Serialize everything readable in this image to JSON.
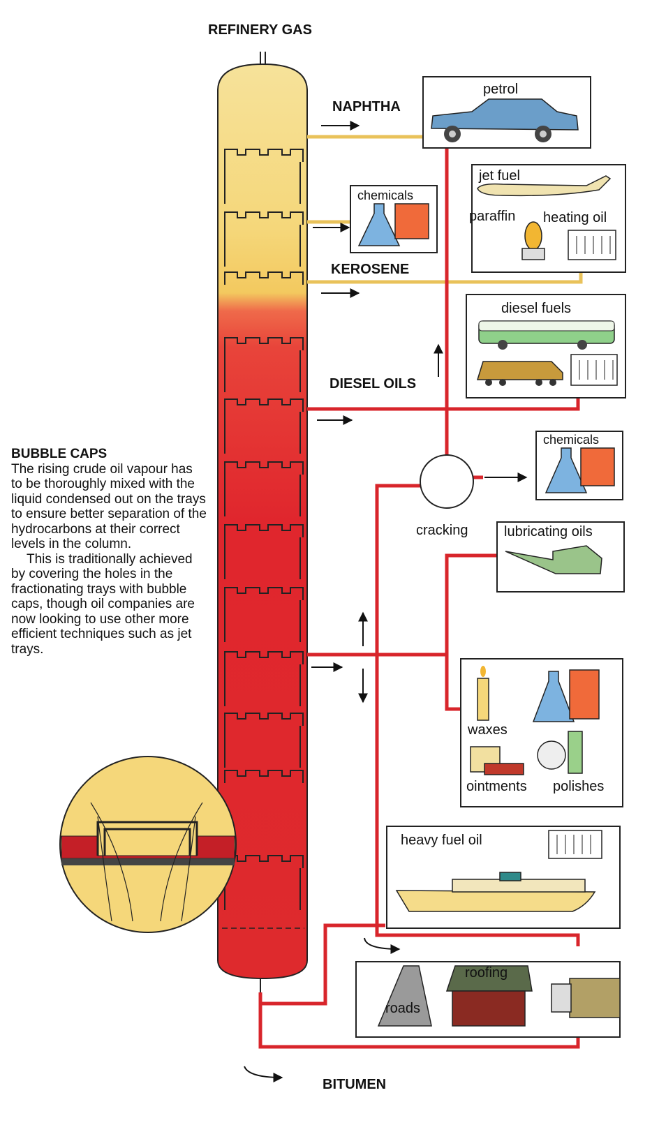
{
  "column_labels": {
    "refinery_gas": "REFINERY GAS",
    "naphtha": "NAPHTHA",
    "kerosene": "KEROSENE",
    "diesel_oils": "DIESEL OILS",
    "bitumen": "BITUMEN"
  },
  "products": {
    "petrol": "petrol",
    "chemicals_top": "chemicals",
    "jet_fuel": "jet fuel",
    "paraffin": "paraffin",
    "heating_oil": "heating oil",
    "diesel_fuels": "diesel fuels",
    "chemicals_mid": "chemicals",
    "cracking": "cracking",
    "lubricating_oils": "lubricating oils",
    "waxes": "waxes",
    "ointments": "ointments",
    "polishes": "polishes",
    "heavy_fuel_oil": "heavy fuel oil",
    "roofing": "roofing",
    "roads": "roads"
  },
  "bubble_caps": {
    "title": "BUBBLE CAPS",
    "paragraph1": "The rising crude oil vapour has to be thoroughly mixed with the liquid condensed out on the trays to ensure better separation of the hydrocarbons at their correct levels in the column.",
    "paragraph2": "This is traditionally achieved by covering the holes in the fractionating trays with bubble caps, though oil companies are now looking to use other more efficient techniques such as jet trays."
  },
  "colors": {
    "column_yellow": "#f5d77a",
    "column_orange": "#f0a23c",
    "column_red": "#e0262d",
    "pipe_red": "#d8252b",
    "pipe_yellow": "#e9c25a"
  },
  "icons": [
    "car-icon",
    "airplane-icon",
    "lamp-icon",
    "radiator-icon",
    "flask-icon",
    "bus-icon",
    "locomotive-icon",
    "oil-can-icon",
    "candle-icon",
    "tube-icon",
    "ship-icon",
    "road-icon",
    "hut-icon",
    "pipe-icon"
  ]
}
